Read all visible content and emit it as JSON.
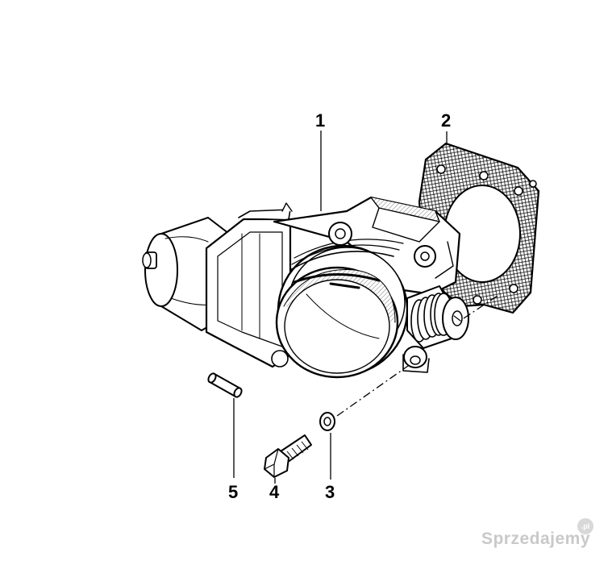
{
  "callouts": [
    {
      "id": "1",
      "label": "1"
    },
    {
      "id": "2",
      "label": "2"
    },
    {
      "id": "3",
      "label": "3"
    },
    {
      "id": "4",
      "label": "4"
    },
    {
      "id": "5",
      "label": "5"
    }
  ],
  "watermark": {
    "text": "Sprzedajemy",
    "badge": ".pl"
  }
}
